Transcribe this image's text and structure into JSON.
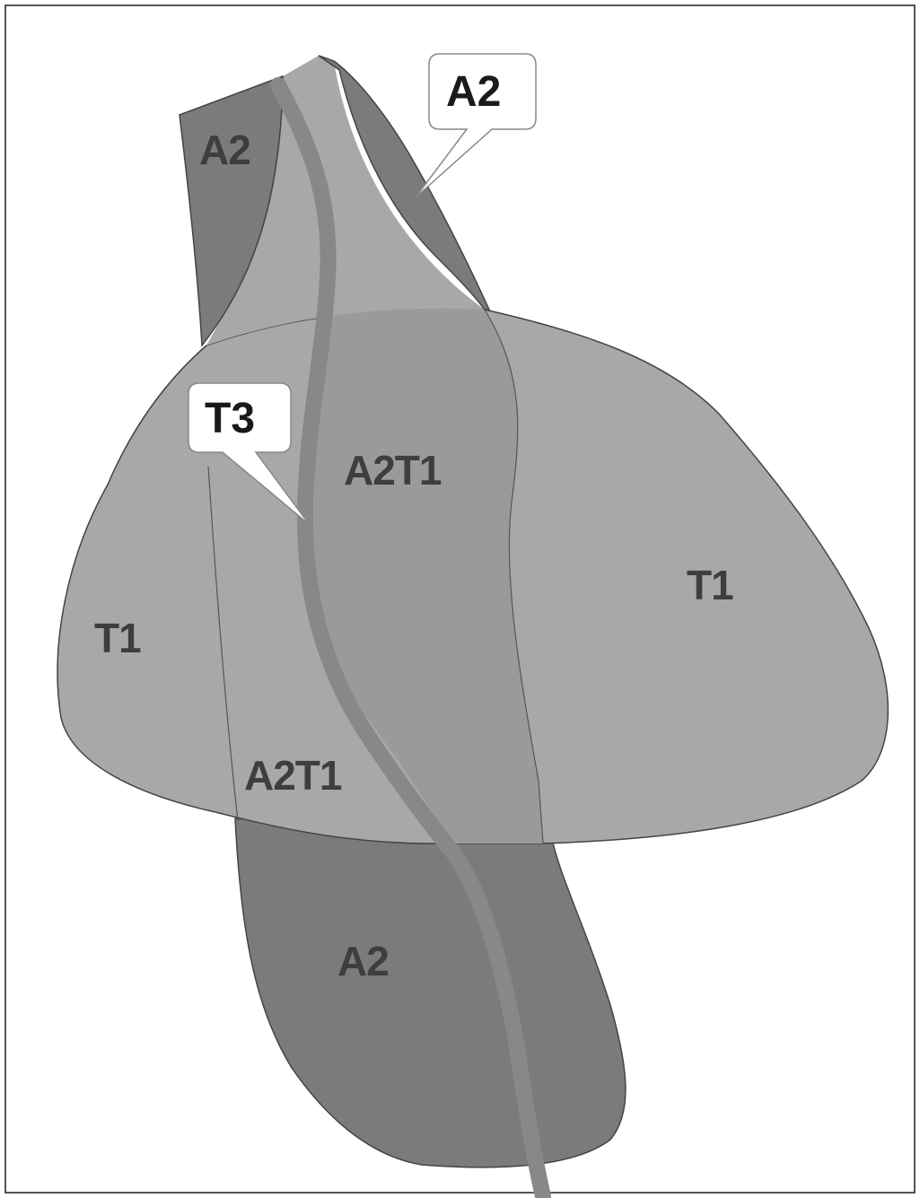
{
  "colors": {
    "a2_zone": "#7b7b7b",
    "t1_zone": "#a8a8a8",
    "a2t1_zone": "#9a9a9a",
    "t3_band": "#888888",
    "outline": "#444444",
    "label": "#3e3e3e",
    "callout_fill": "#ffffff",
    "callout_text": "#1a1a1a"
  },
  "labels": {
    "a2_top_left": "A2",
    "a2t1_upper": "A2T1",
    "t1_right": "T1",
    "t1_left": "T1",
    "a2t1_lower": "A2T1",
    "a2_bottom": "A2"
  },
  "callouts": {
    "a2": "A2",
    "t3": "T3"
  }
}
